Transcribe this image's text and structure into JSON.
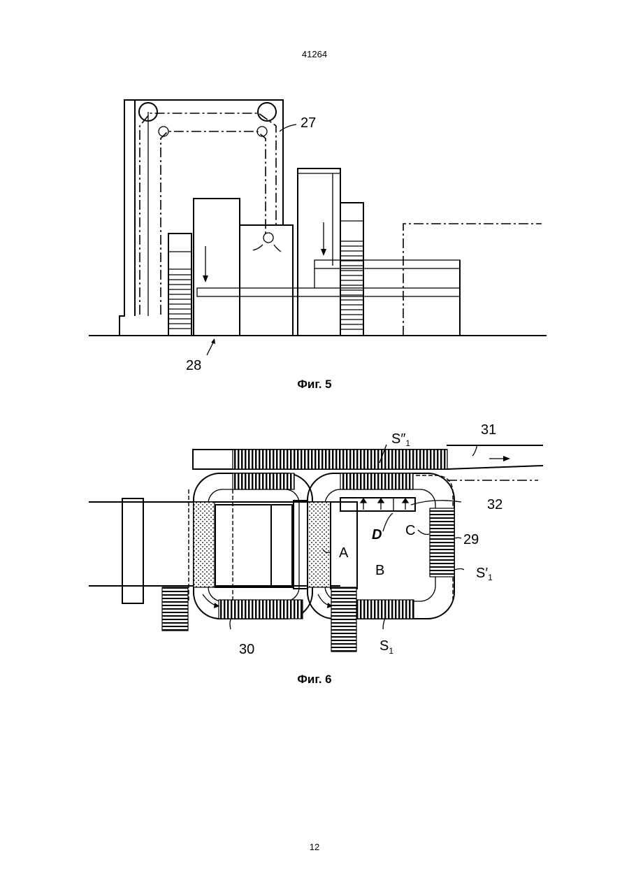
{
  "page": {
    "doc_number": "41264",
    "page_number": "12"
  },
  "figure5": {
    "caption": "Фиг. 5",
    "labels": {
      "l27": "27",
      "l28": "28"
    }
  },
  "figure6": {
    "caption": "Фиг. 6",
    "labels": {
      "l31": "31",
      "l32": "32",
      "l29": "29",
      "l30": "30",
      "A": "A",
      "B": "B",
      "C": "C",
      "D": "D",
      "S1_double": "S″",
      "S1_prime": "S′",
      "S1": "S",
      "sub1": "1"
    }
  }
}
